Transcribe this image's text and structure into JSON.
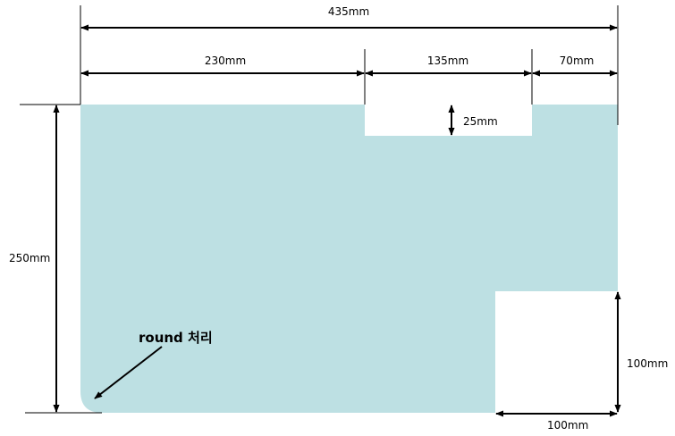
{
  "dimensions": {
    "overall_width": "435mm",
    "segment_left": "230mm",
    "segment_middle": "135mm",
    "segment_right": "70mm",
    "notch_depth": "25mm",
    "overall_height": "250mm",
    "cutout_height": "100mm",
    "cutout_width": "100mm"
  },
  "annotation": {
    "round_corner": "round 처리"
  },
  "colors": {
    "panel_fill": "#bde0e3",
    "line": "#000000"
  }
}
